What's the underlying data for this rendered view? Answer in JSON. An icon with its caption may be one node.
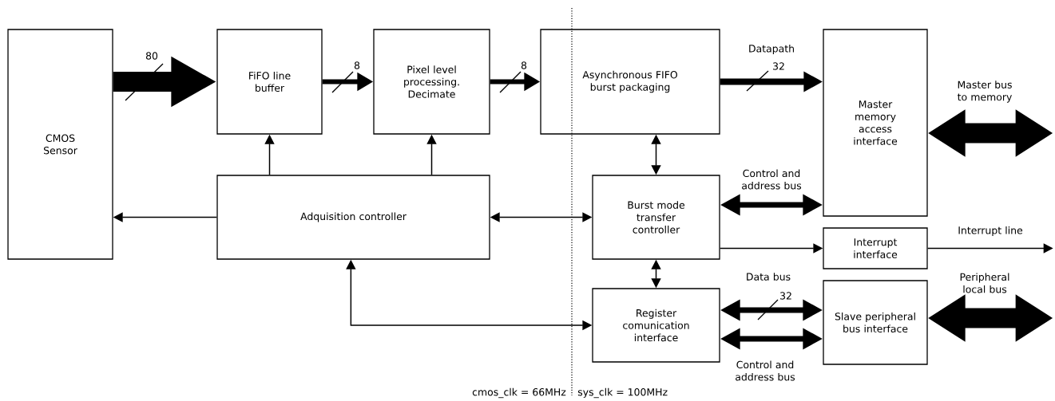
{
  "diagram": {
    "nodes": [
      {
        "text": [
          "CMOS Sensor"
        ]
      },
      {
        "text": [
          "FiFO line buffer"
        ]
      },
      {
        "text": [
          "Pixel level processing. Decimate"
        ]
      },
      {
        "text": [
          "Asynchronous FIFO burst packaging"
        ]
      },
      {
        "text": [
          "Master memory access interface"
        ]
      },
      {
        "text": [
          "Adquisition controller"
        ]
      },
      {
        "text": [
          "Burst mode transfer controller"
        ]
      },
      {
        "text": [
          "Interrupt interface"
        ]
      },
      {
        "text": [
          "Register comunication interface"
        ]
      },
      {
        "text": [
          "Slave peripheral bus interface"
        ]
      }
    ],
    "edges": [
      {
        "from": 0,
        "to": 1,
        "arrow": "to",
        "style": "thick"
      },
      {
        "from": 1,
        "to": 2,
        "arrow": "to",
        "style": "thick"
      },
      {
        "from": 2,
        "to": 3,
        "arrow": "to",
        "style": "thick"
      },
      {
        "from": 3,
        "to": 4,
        "arrow": "to",
        "style": "thick",
        "label": "Datapath"
      },
      {
        "from": 4,
        "to": null,
        "arrow": "both",
        "style": "thick",
        "label": "Master bus to memory"
      },
      {
        "from": 5,
        "to": 1,
        "arrow": "to"
      },
      {
        "from": 5,
        "to": 2,
        "arrow": "to"
      },
      {
        "from": 5,
        "to": 0,
        "arrow": "to"
      },
      {
        "from": 3,
        "to": 6,
        "arrow": "both"
      },
      {
        "from": 5,
        "to": 6,
        "arrow": "both"
      },
      {
        "from": 6,
        "to": 4,
        "arrow": "both",
        "style": "thick",
        "label": "Control and address bus"
      },
      {
        "from": 6,
        "to": 7,
        "arrow": "to"
      },
      {
        "from": 7,
        "to": null,
        "arrow": "to",
        "label": "Interrupt line"
      },
      {
        "from": 6,
        "to": 8,
        "arrow": "both"
      },
      {
        "from": 8,
        "to": 5,
        "arrow": "both"
      },
      {
        "from": 8,
        "to": 9,
        "arrow": "both",
        "style": "thick",
        "label": "Data bus"
      },
      {
        "from": 8,
        "to": 9,
        "arrow": "both",
        "style": "thick",
        "label": "Control and address bus"
      },
      {
        "from": 9,
        "to": null,
        "arrow": "both",
        "style": "thick",
        "label": "Peripheral local bus"
      }
    ],
    "labels": [
      "80",
      "8",
      "8",
      "32",
      "32",
      "cmos_clk = 66MHz",
      "sys_clk = 100MHz"
    ]
  }
}
